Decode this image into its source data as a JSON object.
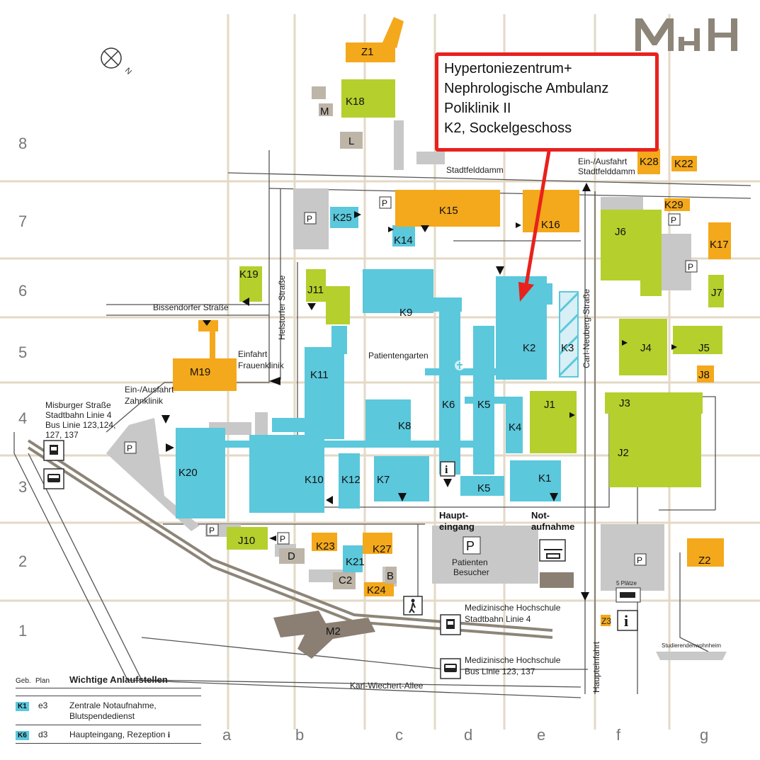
{
  "logo": {
    "text": "MHH"
  },
  "callout": {
    "lines": [
      "Hypertoniezentrum+",
      "Nephrologische Ambulanz",
      "Poliklinik II",
      "K2, Sockelgeschoss"
    ]
  },
  "grid": {
    "rows": [
      "8",
      "7",
      "6",
      "5",
      "4",
      "3",
      "2",
      "1"
    ],
    "cols": [
      "a",
      "b",
      "c",
      "d",
      "e",
      "f",
      "g"
    ]
  },
  "roads": {
    "stadtfelddamm": "Stadtfelddamm",
    "bissendorfer": "Bissendorfer Straße",
    "helstorfer": "Helstorfer Straße",
    "carl_neuberg": "Carl-Neuberg-Straße",
    "karl_wiechert": "Karl-Wiechert-Allee",
    "haupteinfahrt": "Haupteinfahrt"
  },
  "places": {
    "ausfahrt_stadtfelddamm": [
      "Ein-/Ausfahrt",
      "Stadtfelddamm"
    ],
    "einfahrt_frauenklinik": [
      "Einfahrt",
      "Frauenklinik"
    ],
    "ausfahrt_zahnklinik": [
      "Ein-/Ausfahrt",
      "Zahnklinik"
    ],
    "misburger": [
      "Misburger Straße",
      "Stadtbahn Linie 4",
      "Bus Linie 123,124,",
      "127, 137"
    ],
    "patientengarten": "Patientengarten",
    "haupteingang": [
      "Haupt-",
      "eingang"
    ],
    "notaufnahme": [
      "Not-",
      "aufnahme"
    ],
    "patienten_besucher": [
      "Patienten",
      "Besucher"
    ],
    "mhs_stadtbahn": [
      "Medizinische Hochschule",
      "Stadtbahn Linie 4"
    ],
    "mhs_bus": [
      "Medizinische Hochschule",
      "Bus Linie 123, 137"
    ],
    "fuenf_plaetze": "5 Plätze",
    "studierendenwohnheim": "Studierendenwohnheim",
    "parking": "P",
    "info": "i"
  },
  "buildings": {
    "Z1": "Z1",
    "K18": "K18",
    "M": "M",
    "L": "L",
    "K28": "K28",
    "K22": "K22",
    "K25": "K25",
    "K15": "K15",
    "K14": "K14",
    "K16": "K16",
    "K29": "K29",
    "J6": "J6",
    "K17": "K17",
    "J7": "J7",
    "K19": "K19",
    "J11": "J11",
    "K9": "K9",
    "K2": "K2",
    "K3": "K3",
    "J4": "J4",
    "J5": "J5",
    "J8": "J8",
    "M19": "M19",
    "K11": "K11",
    "K6": "K6",
    "K5a": "K5",
    "J1": "J1",
    "J3": "J3",
    "K4": "K4",
    "K8": "K8",
    "J2": "J2",
    "K20": "K20",
    "K10": "K10",
    "K12": "K12",
    "K7": "K7",
    "K5b": "K5",
    "K1": "K1",
    "J10": "J10",
    "D": "D",
    "K23": "K23",
    "K27": "K27",
    "K21": "K21",
    "B": "B",
    "C2": "C2",
    "K24": "K24",
    "Z2": "Z2",
    "Z3": "Z3",
    "M2": "M2"
  },
  "legend": {
    "col_building": "Geb.",
    "col_plan": "Plan",
    "title": "Wichtige Anlaufstellen",
    "rows": [
      {
        "building": "K1",
        "plan": "e3",
        "text": "Zentrale Notaufnahme, Blutspendedienst"
      },
      {
        "building": "K6",
        "plan": "d3",
        "text": "Haupteingang, Rezeption",
        "icon": "i"
      }
    ]
  },
  "colors": {
    "clinic_blue": "#5bc8dc",
    "green": "#b5cf2d",
    "orange": "#f4a81b",
    "grey": "#c8c8c8",
    "dark_grey": "#8a7f72",
    "callout_red": "#e8211d",
    "grid": "#e3d9c6"
  }
}
